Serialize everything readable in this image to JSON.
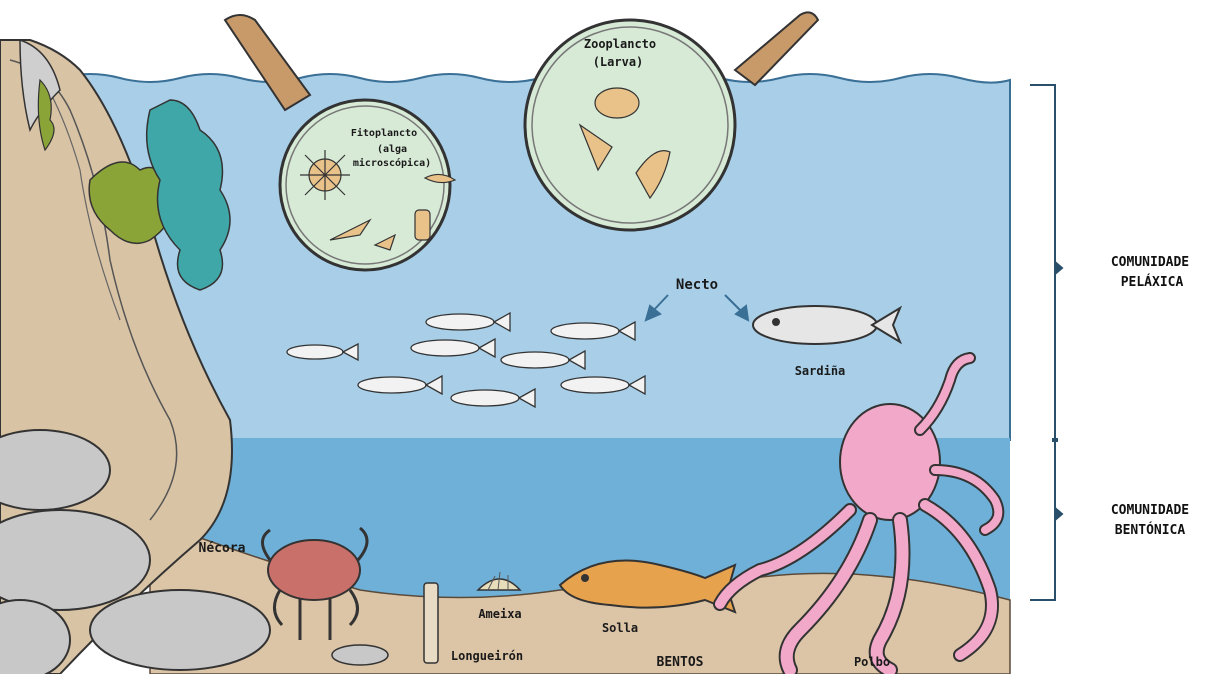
{
  "diagram": {
    "phytoplankton": {
      "line1": "Fitoplancto",
      "line2": "(alga",
      "line3": "microscópica)"
    },
    "zooplankton": {
      "line1": "Zooplancto",
      "line2": "(Larva)"
    },
    "nekton_label": "Necto",
    "sardine_label": "Sardiña",
    "crab_label": "Nécora",
    "razor_clam_label": "Longueirón",
    "clam_label": "Ameixa",
    "flatfish_label": "Solla",
    "benthos_label": "BENTOS",
    "octopus_label": "Polbo",
    "pelagic": {
      "line1": "COMUNIDADE",
      "line2": "PELÁXICA"
    },
    "benthic": {
      "line1": "COMUNIDADE",
      "line2": "BENTÓNICA"
    }
  },
  "colors": {
    "sky": "#ffffff",
    "water_upper": "#a9cfe8",
    "water_lower": "#6fb0d8",
    "sand": "#dcc4a6",
    "rock": "#c8c8c8",
    "octopus": "#f2a8c8",
    "crab": "#c9706a",
    "flatfish": "#e7a24e"
  }
}
